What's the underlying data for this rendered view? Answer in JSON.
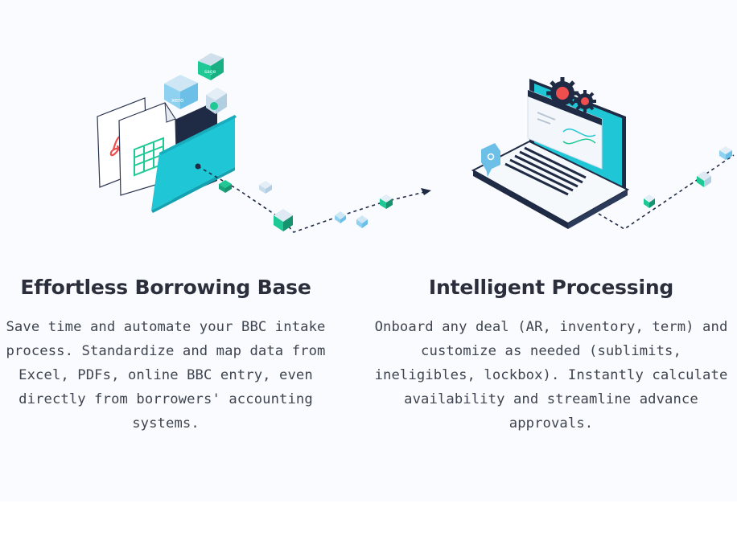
{
  "features": [
    {
      "title": "Effortless Borrowing Base",
      "description": "Save time and automate your BBC intake process. Standardize and map data from Excel, PDFs, online BBC entry, even directly from borrowers' accounting systems."
    },
    {
      "title": "Intelligent Processing",
      "description": "Onboard any deal (AR, inventory, term) and customize as needed (sublimits, ineligibles, lockbox). Instantly calculate availability and streamline advance approvals."
    }
  ],
  "illustration": {
    "cube_labels": {
      "sage": "sage",
      "xero": "xero"
    },
    "colors": {
      "teal": "#1fc6d6",
      "green": "#1ec995",
      "light_blue": "#8fd1f0",
      "navy": "#1f2a44",
      "red": "#ef4e4e"
    }
  }
}
